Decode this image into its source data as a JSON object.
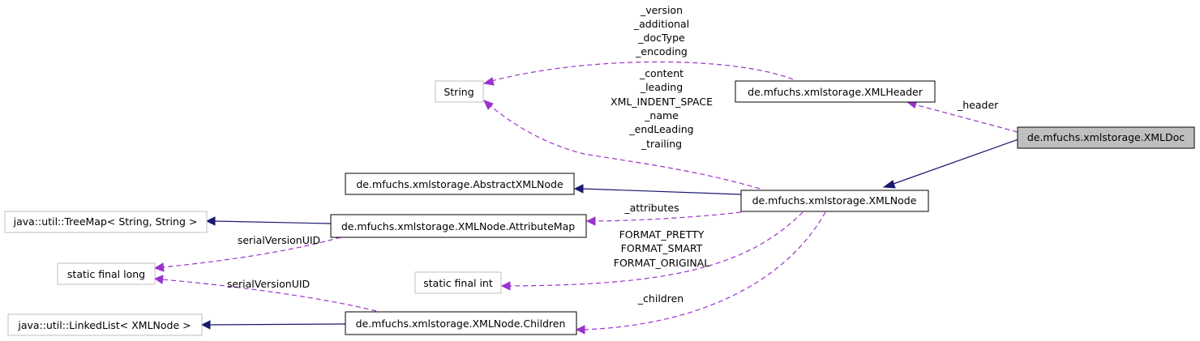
{
  "nodes": {
    "xmldoc": "de.mfuchs.xmlstorage.XMLDoc",
    "xmlheader": "de.mfuchs.xmlstorage.XMLHeader",
    "string": "String",
    "abstractxmlnode": "de.mfuchs.xmlstorage.AbstractXMLNode",
    "xmlnode": "de.mfuchs.xmlstorage.XMLNode",
    "treemap": "java::util::TreeMap< String, String >",
    "attributemap": "de.mfuchs.xmlstorage.XMLNode.AttributeMap",
    "staticlong": "static final long",
    "staticint": "static final int",
    "linkedlist": "java::util::LinkedList< XMLNode >",
    "children": "de.mfuchs.xmlstorage.XMLNode.Children"
  },
  "edges": {
    "header_string": [
      "_version",
      "_additional",
      "_docType",
      "_encoding"
    ],
    "node_string": [
      "_content",
      "_leading",
      "XML_INDENT_SPACE",
      "_name",
      "_endLeading",
      "_trailing"
    ],
    "doc_header": [
      "_header"
    ],
    "node_attributes": [
      "_attributes"
    ],
    "attr_long": [
      "serialVersionUID"
    ],
    "node_int": [
      "FORMAT_PRETTY",
      "FORMAT_SMART",
      "FORMAT_ORIGINAL"
    ],
    "children_long": [
      "serialVersionUID"
    ],
    "node_children": [
      "_children"
    ]
  },
  "colors": {
    "inheritance": "#191970",
    "usage": "#9a32cd",
    "focus_fill": "#bfbfbf",
    "external_border": "#bfbfbf"
  }
}
